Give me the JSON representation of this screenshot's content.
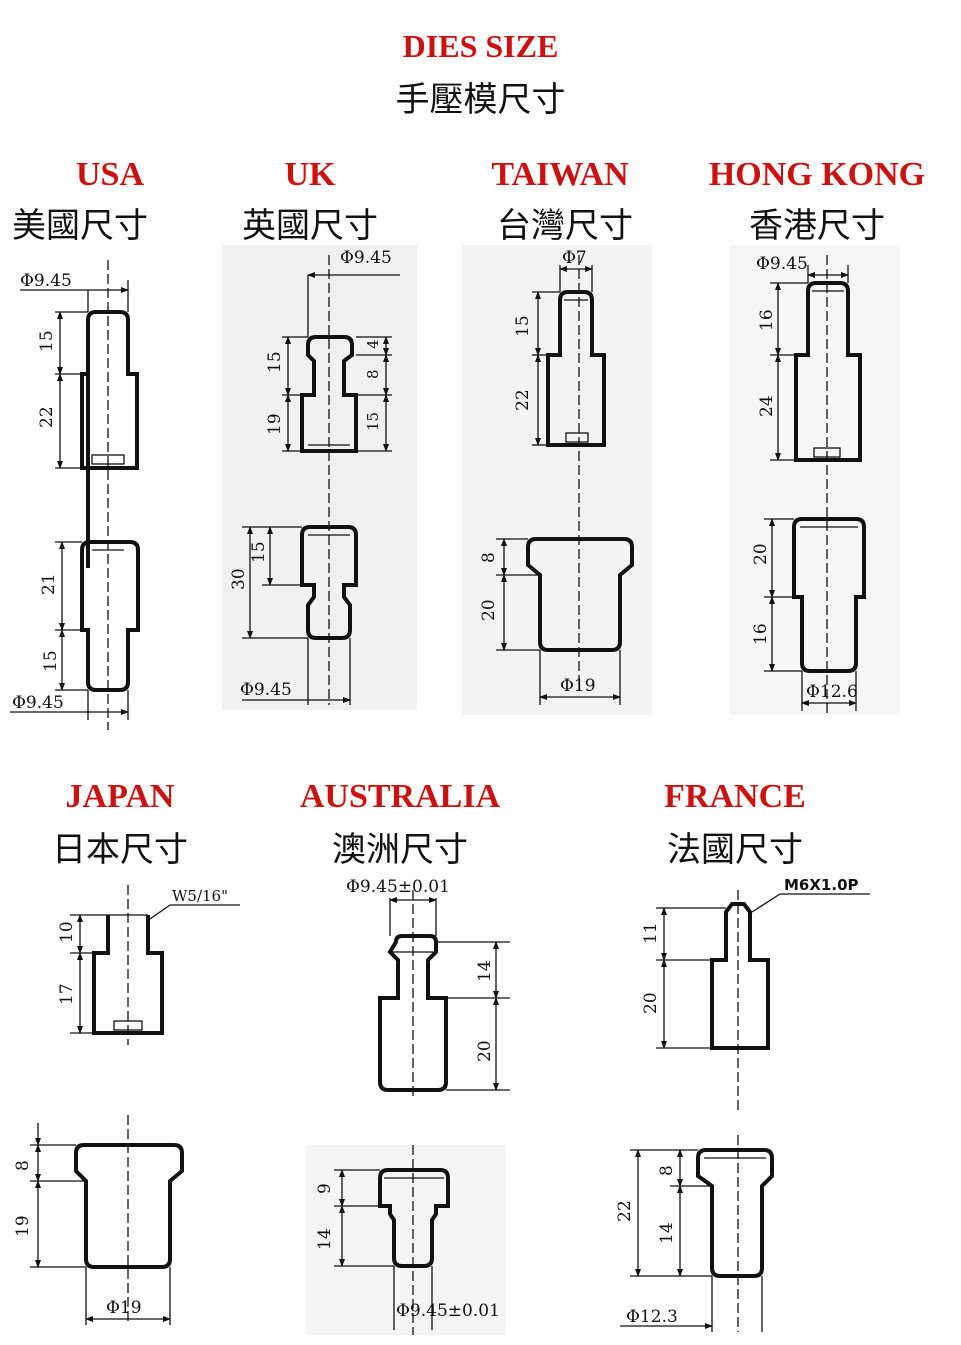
{
  "title": {
    "en": "DIES SIZE",
    "zh": "手壓模尺寸"
  },
  "sections": [
    {
      "id": "usa",
      "en": "USA",
      "zh": "美國尺寸",
      "top": {
        "dia": "Φ9.45",
        "d1": "15",
        "d2": "22"
      },
      "bottom": {
        "d1": "21",
        "d2": "15",
        "dia": "Φ9.45"
      }
    },
    {
      "id": "uk",
      "en": "UK",
      "zh": "英國尺寸",
      "top": {
        "dia": "Φ9.45",
        "d1": "15",
        "d2": "19",
        "r1": "4",
        "r2": "8",
        "r3": "15"
      },
      "bottom": {
        "d1": "30",
        "d2": "15",
        "dia": "Φ9.45"
      }
    },
    {
      "id": "taiwan",
      "en": "TAIWAN",
      "zh": "台灣尺寸",
      "top": {
        "dia": "Φ7",
        "d1": "15",
        "d2": "22"
      },
      "bottom": {
        "d1": "8",
        "d2": "20",
        "dia": "Φ19"
      }
    },
    {
      "id": "hongkong",
      "en": "HONG KONG",
      "zh": "香港尺寸",
      "top": {
        "dia": "Φ9.45",
        "d1": "16",
        "d2": "24"
      },
      "bottom": {
        "d1": "20",
        "d2": "16",
        "dia": "Φ12.6"
      }
    },
    {
      "id": "japan",
      "en": "JAPAN",
      "zh": "日本尺寸",
      "top": {
        "thread": "W5/16\"",
        "d1": "10",
        "d2": "17"
      },
      "bottom": {
        "d1": "8",
        "d2": "19",
        "dia": "Φ19"
      }
    },
    {
      "id": "australia",
      "en": "AUSTRALIA",
      "zh": "澳洲尺寸",
      "top": {
        "dia": "Φ9.45±0.01",
        "d1": "14",
        "d2": "20"
      },
      "bottom": {
        "d1": "9",
        "d2": "14",
        "dia": "Φ9.45±0.01"
      }
    },
    {
      "id": "france",
      "en": "FRANCE",
      "zh": "法國尺寸",
      "top": {
        "thread": "M6X1.0P",
        "d1": "11",
        "d2": "20"
      },
      "bottom": {
        "d1": "22",
        "d2": "8",
        "d3": "14",
        "dia": "Φ12.3"
      }
    }
  ]
}
